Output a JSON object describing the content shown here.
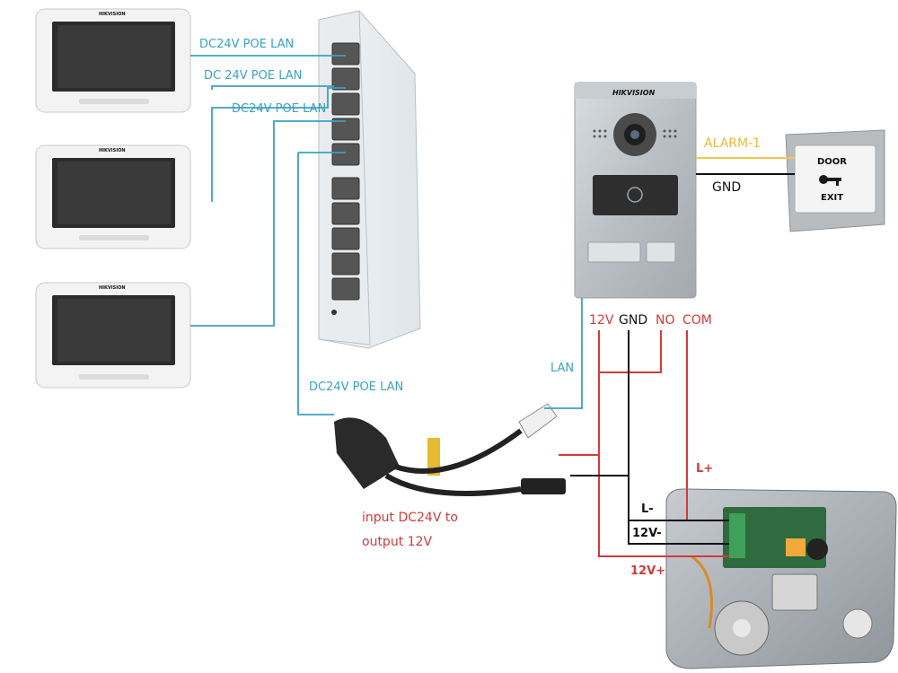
{
  "devices": {
    "monitor_brand": "HIKVISION",
    "door_station_brand": "HIKVISION",
    "exit_button_line1": "DOOR",
    "exit_button_line2": "EXIT"
  },
  "labels": {
    "poe_lan_1": "DC24V POE LAN",
    "poe_lan_2": "DC 24V POE LAN",
    "poe_lan_3": "DC24V POE LAN",
    "poe_lan_4": "DC24V POE LAN",
    "lan": "LAN",
    "alarm": "ALARM-1",
    "gnd_exit": "GND",
    "term_12v": "12V",
    "term_gnd": "GND",
    "term_no": "NO",
    "term_com": "COM",
    "lock_lplus": "L+",
    "lock_lminus": "L-",
    "lock_12vminus": "12V-",
    "lock_12vplus": "12V+",
    "converter_note_line1": "input DC24V to",
    "converter_note_line2": "output 12V"
  },
  "colors": {
    "network_wire": "#3ba0c4",
    "power_positive": "#d23a3a",
    "ground_wire": "#111111",
    "alarm_wire": "#f0c84a"
  }
}
